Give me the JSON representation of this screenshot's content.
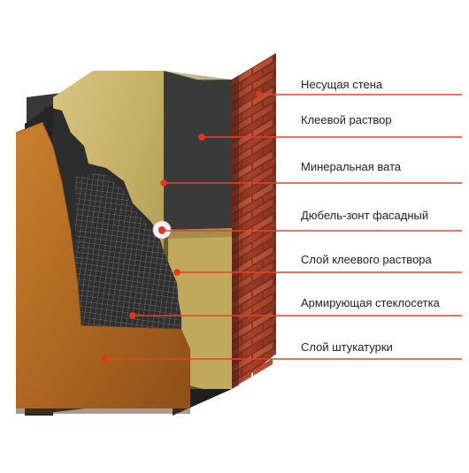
{
  "diagram": {
    "labels": [
      {
        "id": "load-bearing-wall",
        "text": "Несущая стена"
      },
      {
        "id": "adhesive-mortar",
        "text": "Клеевой раствор"
      },
      {
        "id": "mineral-wool",
        "text": "Минеральная вата"
      },
      {
        "id": "facade-dowel",
        "text": "Дюбель-зонт фасадный"
      },
      {
        "id": "adhesive-layer",
        "text": "Слой клеевого раствора"
      },
      {
        "id": "reinforcing-mesh",
        "text": "Армирующая стеклосетка"
      },
      {
        "id": "plaster-layer",
        "text": "Слой штукатурки"
      }
    ],
    "colors": {
      "leader": "#e8402a",
      "marker": "#e0381f",
      "brick": "#b2482f",
      "mortar": "#efe9e0",
      "wool": "#c9b46e",
      "adhesive": "#2b2b2b",
      "mesh": "#3a3a3a",
      "plaster": "#b06a2a",
      "text": "#222222"
    }
  }
}
